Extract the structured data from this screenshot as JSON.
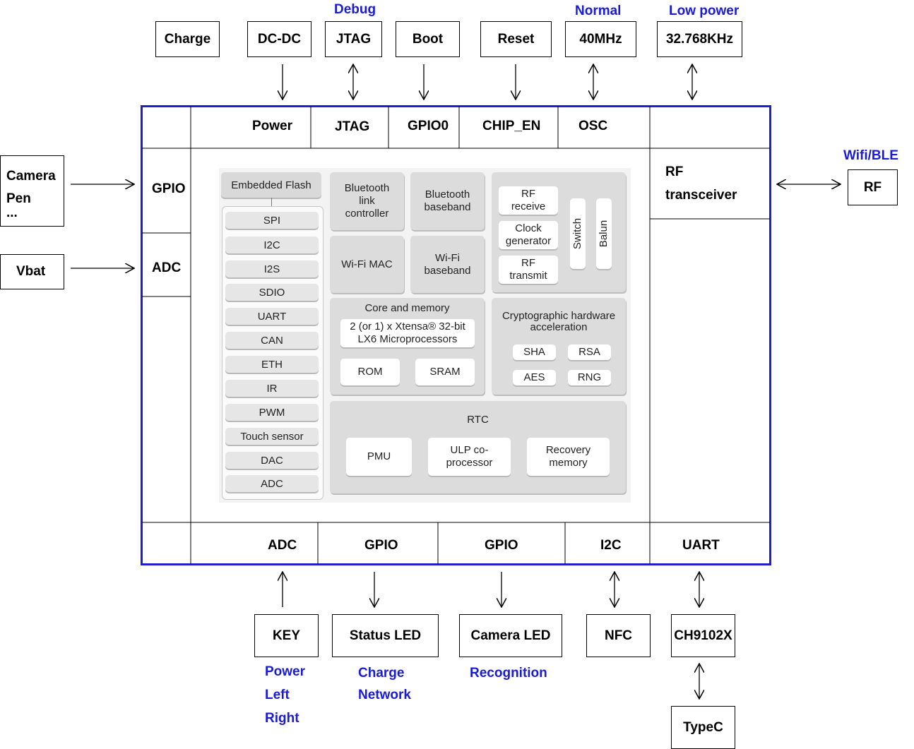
{
  "top_external": {
    "charge": "Charge",
    "dcdc": "DC-DC",
    "jtag": "JTAG",
    "boot": "Boot",
    "reset": "Reset",
    "osc_40": "40MHz",
    "osc_32": "32.768KHz"
  },
  "top_notes": {
    "debug": "Debug",
    "normal": "Normal",
    "low_power": "Low power"
  },
  "left_external": {
    "camera_lines": [
      "Camera",
      "Pen",
      "..."
    ],
    "vbat": "Vbat"
  },
  "right_external": {
    "rf": "RF",
    "rf_note": "Wifi/BLE"
  },
  "chip": {
    "top": {
      "power": "Power",
      "jtag": "JTAG",
      "gpio0": "GPIO0",
      "chip_en": "CHIP_EN",
      "osc": "OSC"
    },
    "left": {
      "gpio": "GPIO",
      "adc": "ADC"
    },
    "right": {
      "rf_line1": "RF",
      "rf_line2": "transceiver"
    },
    "bottom": {
      "adc": "ADC",
      "gpio1": "GPIO",
      "gpio2": "GPIO",
      "i2c": "I2C",
      "uart": "UART"
    }
  },
  "core": {
    "embedded_flash": "Embedded Flash",
    "peripherals": [
      "SPI",
      "I2C",
      "I2S",
      "SDIO",
      "UART",
      "CAN",
      "ETH",
      "IR",
      "PWM",
      "Touch sensor",
      "DAC",
      "ADC"
    ],
    "bt_link": "Bluetooth link controller",
    "bt_baseband": "Bluetooth baseband",
    "wifi_mac": "Wi-Fi MAC",
    "wifi_baseband": "Wi-Fi baseband",
    "rf_receive": "RF receive",
    "clock_generator": "Clock generator",
    "rf_transmit": "RF transmit",
    "switch": "Switch",
    "balun": "Balun",
    "core_memory": "Core and memory",
    "processor": "2 (or 1) x Xtensa® 32-bit LX6 Microprocessors",
    "rom": "ROM",
    "sram": "SRAM",
    "crypto": "Cryptographic hardware acceleration",
    "sha": "SHA",
    "rsa": "RSA",
    "aes": "AES",
    "rng": "RNG",
    "rtc": "RTC",
    "pmu": "PMU",
    "ulp": "ULP co-processor",
    "recovery": "Recovery memory"
  },
  "bottom_external": {
    "key": "KEY",
    "status_led": "Status LED",
    "camera_led": "Camera LED",
    "nfc": "NFC",
    "ch9102x": "CH9102X",
    "typec": "TypeC"
  },
  "bottom_notes": {
    "key_lines": [
      "Power",
      "Left",
      "Right"
    ],
    "status_lines": [
      "Charge",
      "Network"
    ],
    "camera_lines": [
      "Recognition"
    ]
  }
}
